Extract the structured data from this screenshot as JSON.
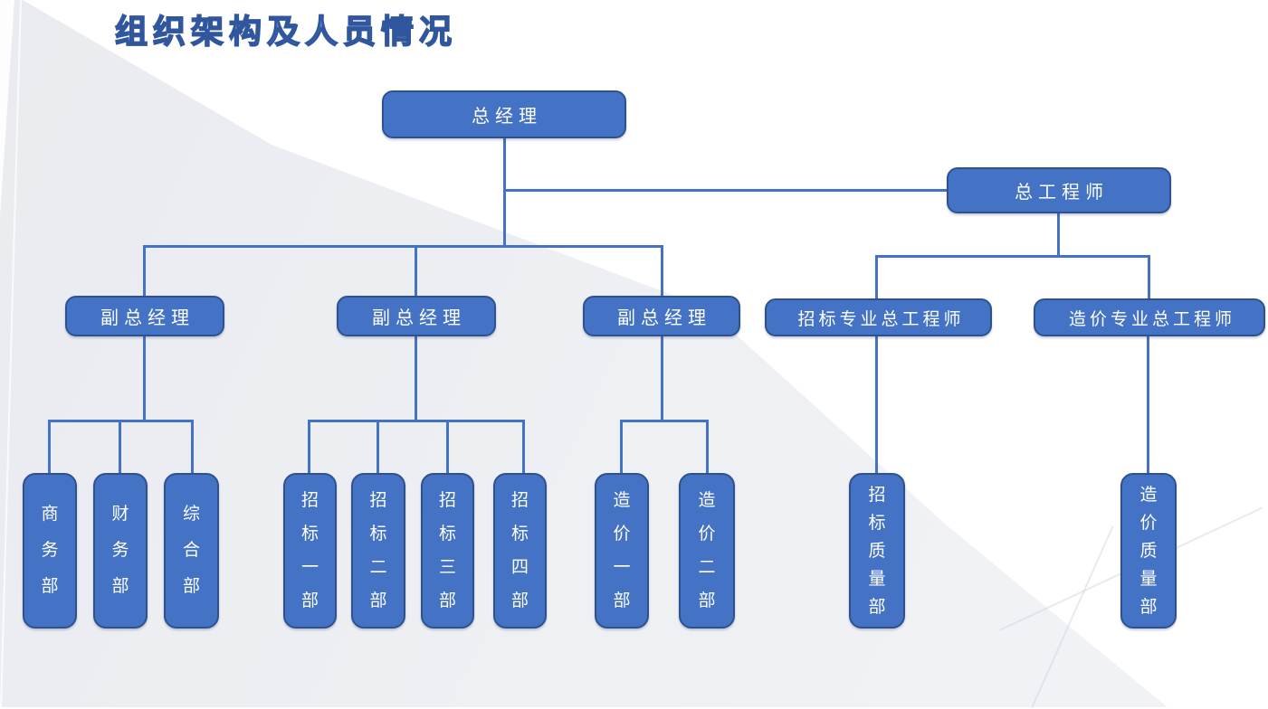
{
  "slide": {
    "title": "组织架构及人员情况"
  },
  "org_chart": {
    "type": "org-tree",
    "colors": {
      "node_fill": "#4472c4",
      "node_border": "#2f528f",
      "node_text": "#ffffff",
      "connector": "#4472c4",
      "title_fill": "#5b87d7",
      "title_outline": "#30569e"
    },
    "nodes": {
      "general_manager": {
        "label": "总经理"
      },
      "chief_engineer": {
        "label": "总工程师"
      },
      "deputy_gm_1": {
        "label": "副总经理"
      },
      "deputy_gm_2": {
        "label": "副总经理"
      },
      "deputy_gm_3": {
        "label": "副总经理"
      },
      "bidding_chief_engineer": {
        "label": "招标专业总工程师"
      },
      "cost_chief_engineer": {
        "label": "造价专业总工程师"
      },
      "business_dept": {
        "label": "商务部"
      },
      "finance_dept": {
        "label": "财务部"
      },
      "general_affairs_dept": {
        "label": "综合部"
      },
      "bidding_dept_1": {
        "label": "招标一部"
      },
      "bidding_dept_2": {
        "label": "招标二部"
      },
      "bidding_dept_3": {
        "label": "招标三部"
      },
      "bidding_dept_4": {
        "label": "招标四部"
      },
      "cost_dept_1": {
        "label": "造价一部"
      },
      "cost_dept_2": {
        "label": "造价二部"
      },
      "bidding_quality_dept": {
        "label": "招标质量部"
      },
      "cost_quality_dept": {
        "label": "造价质量部"
      }
    },
    "structure": {
      "general_manager": [
        "deputy_gm_1",
        "deputy_gm_2",
        "deputy_gm_3",
        "chief_engineer"
      ],
      "deputy_gm_1": [
        "business_dept",
        "finance_dept",
        "general_affairs_dept"
      ],
      "deputy_gm_2": [
        "bidding_dept_1",
        "bidding_dept_2",
        "bidding_dept_3",
        "bidding_dept_4"
      ],
      "deputy_gm_3": [
        "cost_dept_1",
        "cost_dept_2"
      ],
      "chief_engineer": [
        "bidding_chief_engineer",
        "cost_chief_engineer"
      ],
      "bidding_chief_engineer": [
        "bidding_quality_dept"
      ],
      "cost_chief_engineer": [
        "cost_quality_dept"
      ]
    }
  }
}
